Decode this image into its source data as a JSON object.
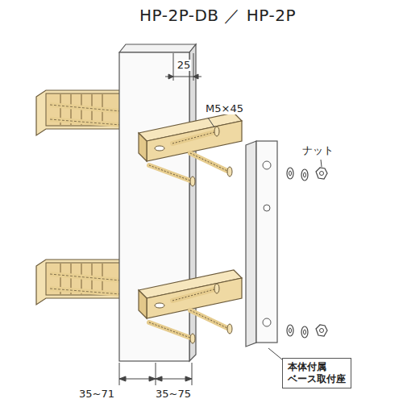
{
  "diagram": {
    "title": "HP-2P-DB ／ HP-2P",
    "nodes": [
      {
        "text": [
          "本体付属 ベース取付座"
        ]
      }
    ],
    "labels": [
      "25",
      "M5×45",
      "ナット",
      "35~71",
      "35~75"
    ]
  }
}
